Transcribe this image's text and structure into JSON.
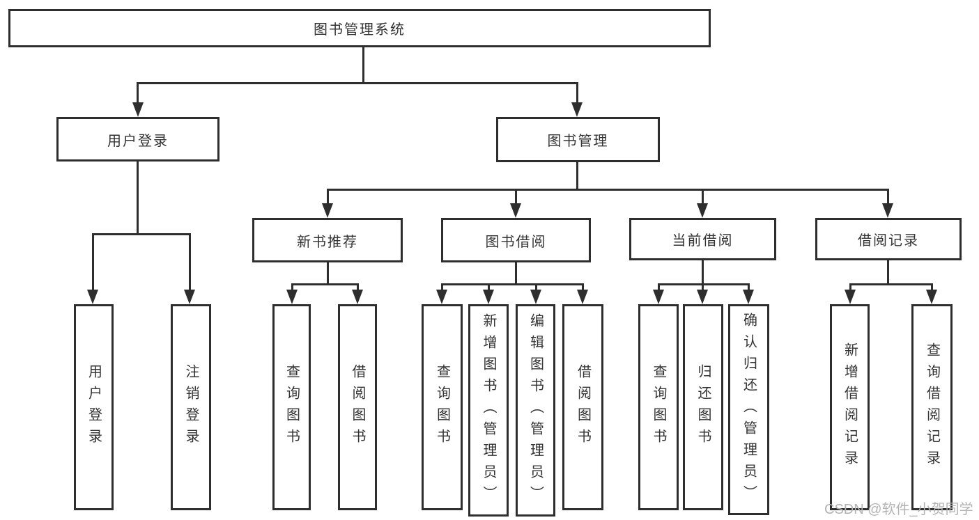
{
  "diagram": {
    "root": "图书管理系统",
    "level1": {
      "user_login": "用户登录",
      "book_mgmt": "图书管理"
    },
    "level2": {
      "new_rec": "新书推荐",
      "book_borrow": "图书借阅",
      "current_borrow": "当前借阅",
      "borrow_record": "借阅记录"
    },
    "leaves": {
      "login": "用户登录",
      "logout": "注销登录",
      "rec_query": "查询图书",
      "rec_borrow": "借阅图书",
      "bb_query": "查询图书",
      "bb_add": "新增图书（管理员）",
      "bb_edit": "编辑图书（管理员）",
      "bb_borrow": "借阅图书",
      "cb_query": "查询图书",
      "cb_return": "归还图书",
      "cb_confirm": "确认归还（管理员）",
      "br_add": "新增借阅记录",
      "br_query": "查询借阅记录"
    }
  },
  "watermark": "CSDN @软件_小贺同学",
  "colors": {
    "line": "#2e2e2e",
    "text": "#333333",
    "watermark": "#b3b3b3",
    "background": "#ffffff"
  }
}
